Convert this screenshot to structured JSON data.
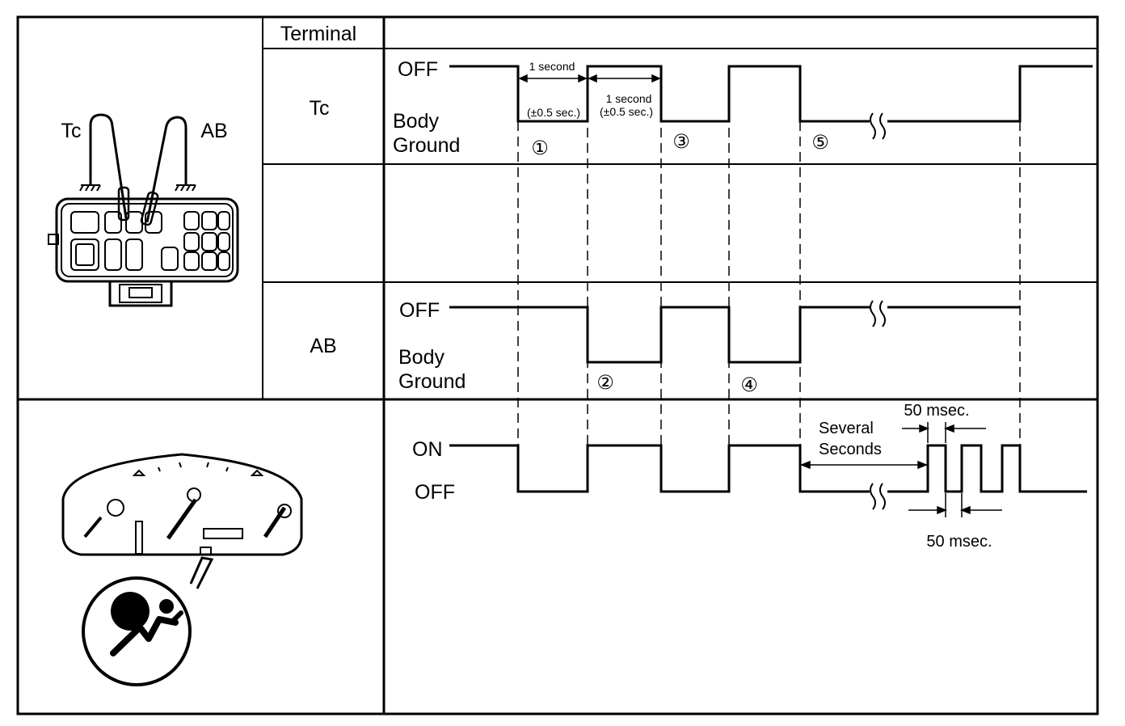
{
  "table": {
    "header_terminal": "Terminal",
    "row_tc_label": "Tc",
    "row_ab_label": "AB"
  },
  "connector_illustration": {
    "label_tc": "Tc",
    "label_ab": "AB"
  },
  "waveforms": {
    "tc": {
      "level_high": "OFF",
      "level_low_line1": "Body",
      "level_low_line2": "Ground",
      "timing_1_label": "1 second",
      "timing_1_tol": "(±0.5 sec.)",
      "timing_2_label": "1 second",
      "timing_2_tol": "(±0.5 sec.)",
      "step_1": "①",
      "step_3": "③",
      "step_5": "⑤"
    },
    "ab": {
      "level_high": "OFF",
      "level_low_line1": "Body",
      "level_low_line2": "Ground",
      "step_2": "②",
      "step_4": "④"
    },
    "warning_light": {
      "level_high": "ON",
      "level_low": "OFF",
      "several_line1": "Several",
      "several_line2": "Seconds",
      "pulse_top_label": "50 msec.",
      "pulse_bottom_label": "50 msec."
    }
  },
  "colors": {
    "ink": "#000000",
    "paper": "#ffffff"
  }
}
